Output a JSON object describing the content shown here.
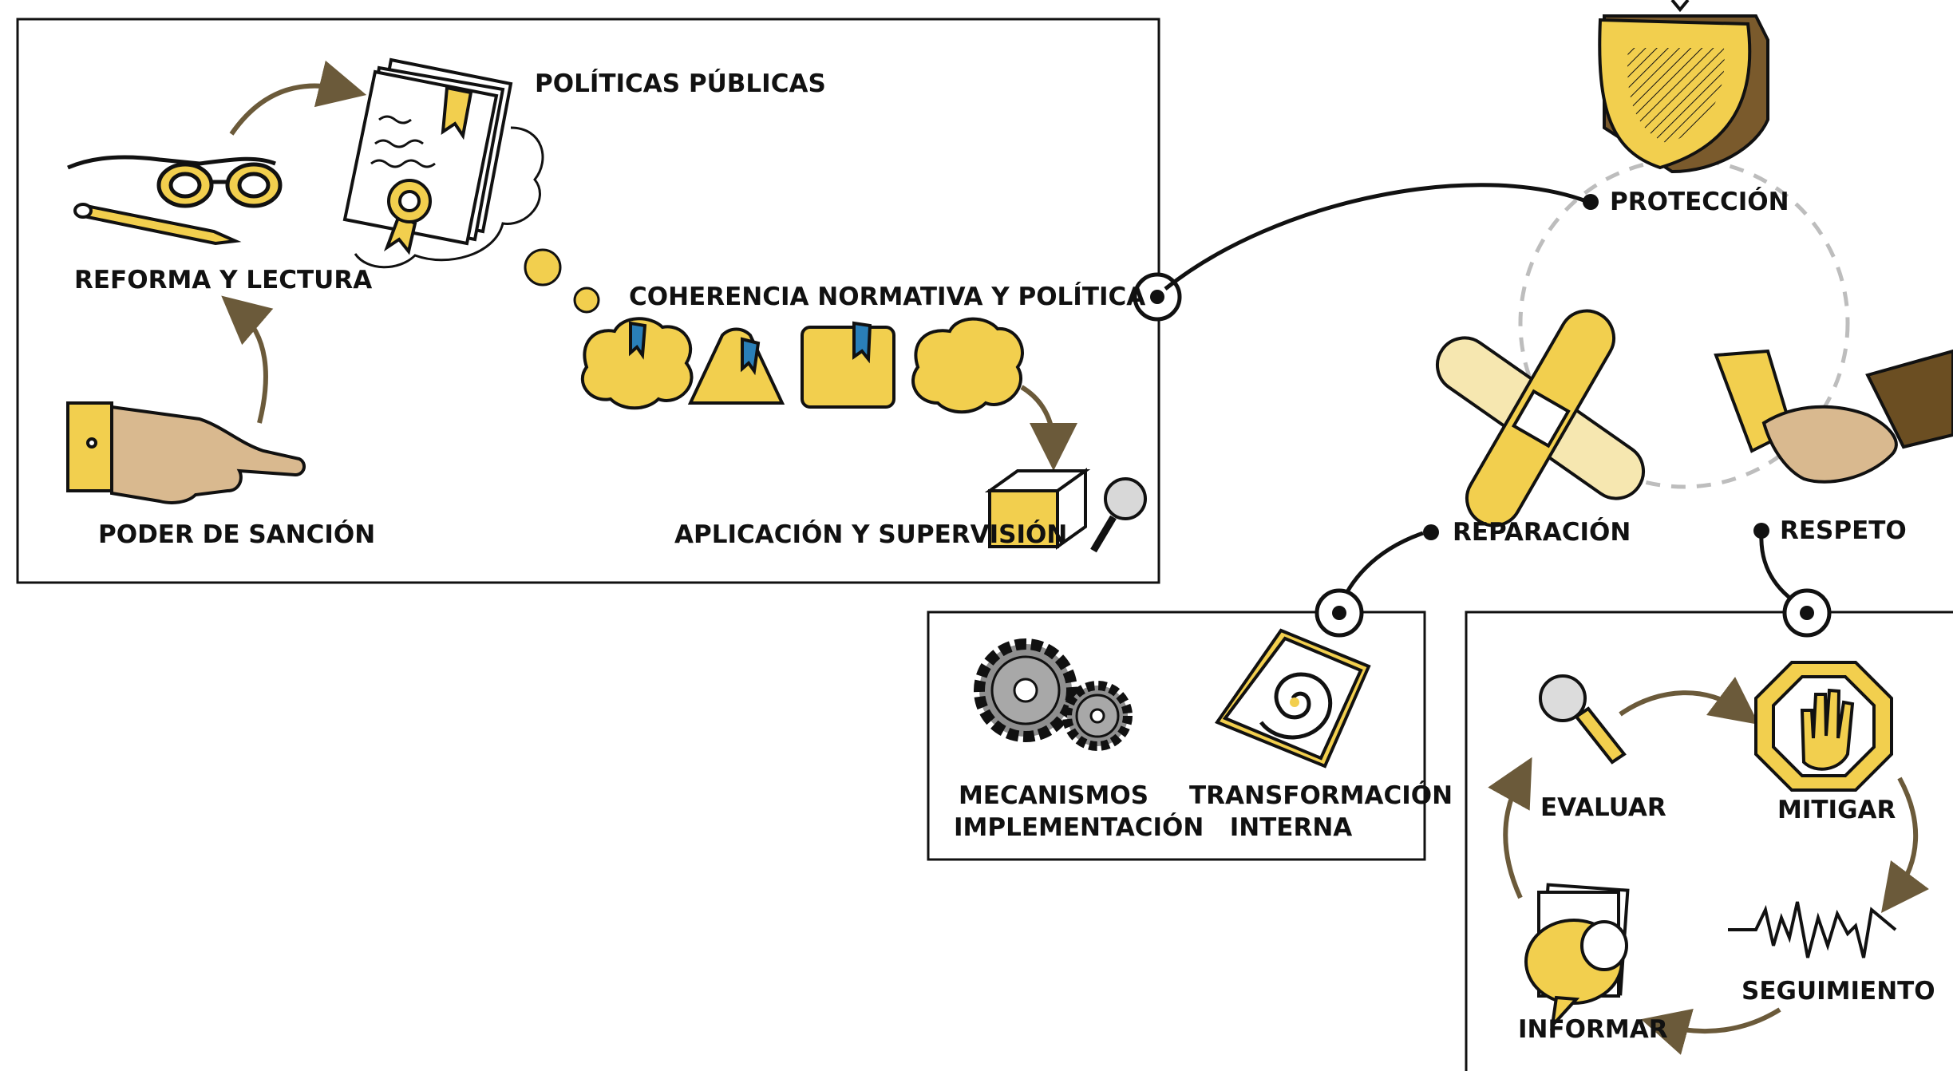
{
  "colors": {
    "yellow": "#f2cf4e",
    "ink": "#111111",
    "arrow_brown": "#6b5a3a",
    "skin": "#d9b98f",
    "grey": "#9a9a9a",
    "blue": "#2a7fb8",
    "dashed_ring": "#bdbdbd"
  },
  "left_panel": {
    "policies": "POLÍTICAS PÚBLICAS",
    "reform": "REFORMA Y LECTURA",
    "coherence": "COHERENCIA NORMATIVA Y POLÍTICA",
    "sanction": "PODER DE SANCIÓN",
    "application": "APLICACIÓN Y SUPERVISIÓN"
  },
  "cycle": {
    "protection": "PROTECCIÓN",
    "reparation": "REPARACIÓN",
    "respect": "RESPETO"
  },
  "reparation_panel": {
    "mechanisms": "MECANISMOS\nIMPLEMENTACIÓN",
    "transformation": "TRANSFORMACIÓN\nINTERNA"
  },
  "respect_panel": {
    "evaluate": "EVALUAR",
    "mitigate": "MITIGAR",
    "monitoring": "SEGUIMIENTO",
    "inform": "INFORMAR"
  },
  "icons": [
    "glasses-icon",
    "pencil-icon",
    "document-icon",
    "ribbon-seal-icon",
    "thought-cloud-icon",
    "pointing-hand-icon",
    "box-icon",
    "magnifier-icon",
    "shield-icon",
    "bandage-cross-icon",
    "handshake-icon",
    "gears-icon",
    "spiral-icon",
    "stop-hand-icon",
    "heartbeat-icon",
    "speech-bubble-icon"
  ]
}
